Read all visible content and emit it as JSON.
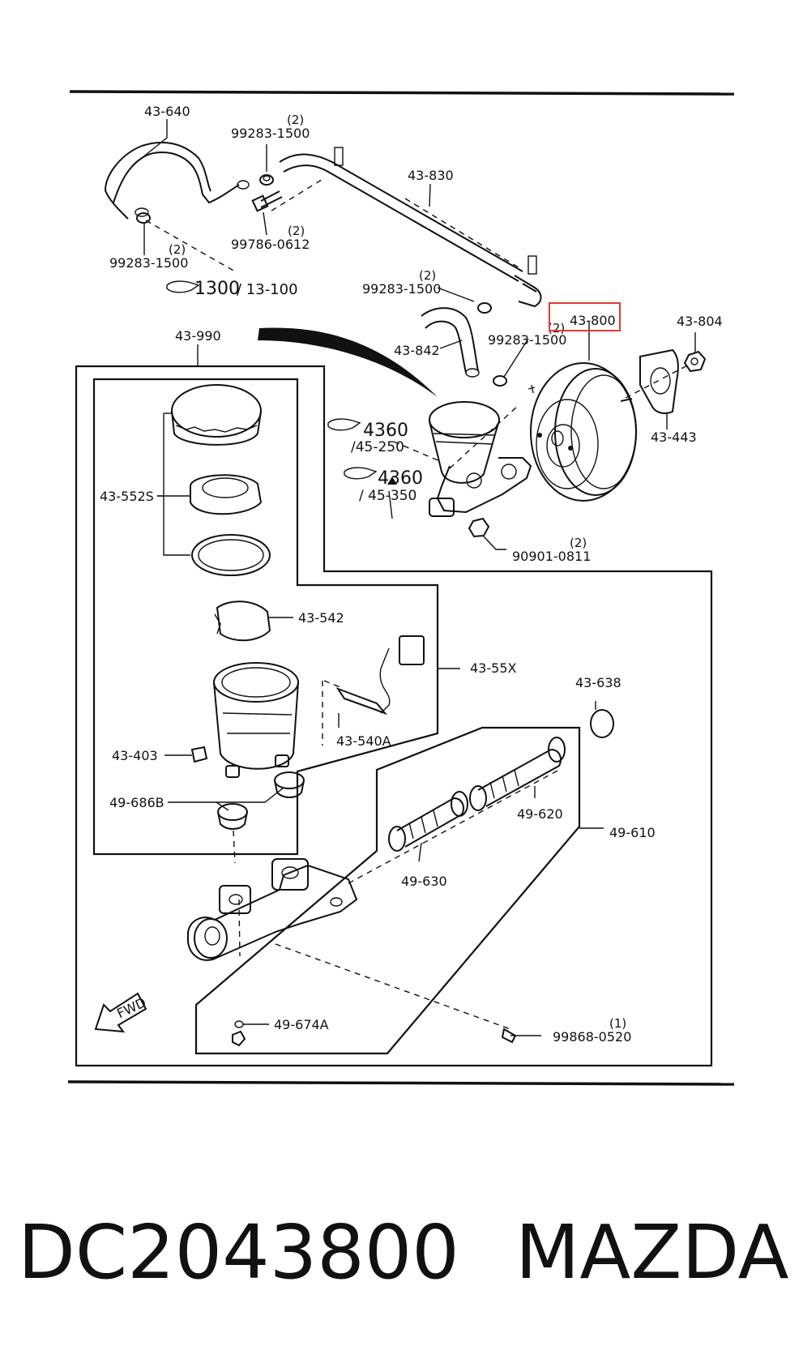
{
  "labels": {
    "p43_640": "43-640",
    "p99283_a": "99283-1500",
    "p99283_a_qty": "(2)",
    "p43_830": "43-830",
    "p99786": "99786-0612",
    "p99786_qty": "(2)",
    "p99283_b": "99283-1500",
    "p99283_b_qty": "(2)",
    "ref_1300": "1300",
    "ref_1300_sub": "/ 13-100",
    "p99283_c": "99283-1500",
    "p99283_c_qty": "(2)",
    "p43_990": "43-990",
    "p43_842": "43-842",
    "p99283_d": "99283-1500",
    "p99283_d_qty": "(2)",
    "p43_800": "43-800",
    "p43_804": "43-804",
    "ref_4360_a": "4360",
    "ref_4360_a_sub": "/45-250",
    "ref_4360_b": "4360",
    "ref_4360_b_sub": "/ 45-350",
    "p43_443": "43-443",
    "p43_552s": "43-552S",
    "p90901": "90901-0811",
    "p90901_qty": "(2)",
    "p43_542": "43-542",
    "p43_55x": "43-55X",
    "p43_638": "43-638",
    "p43_540a": "43-540A",
    "p43_403": "43-403",
    "p49_686b": "49-686B",
    "p49_620": "49-620",
    "p49_610": "49-610",
    "p49_630": "49-630",
    "p49_674a": "49-674A",
    "p99868": "99868-0520",
    "p99868_qty": "(1)",
    "fwd": "FWD"
  },
  "highlight": {
    "part": "43-800",
    "color": "#e53935"
  },
  "footer": {
    "part_number": "DC2043800",
    "brand": "MAZDA"
  }
}
